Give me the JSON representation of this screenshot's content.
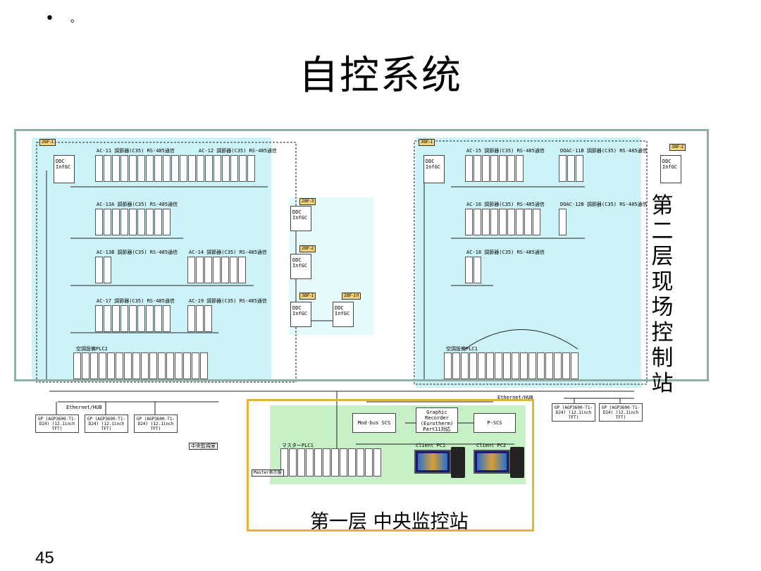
{
  "slide": {
    "header_dots": [
      "•",
      "。"
    ],
    "title": "自控系统",
    "page_number": "45"
  },
  "layers": {
    "layer2_label": "第二层 现场控制站",
    "layer1_label": "第一层 中央监控站"
  },
  "diagram": {
    "left_station": {
      "ddc": "DDC InfGC",
      "groups": [
        {
          "label": "AC-11 調節器(C35) RS-485通信"
        },
        {
          "label": "AC-12 調節器(C35) RS-485通信"
        },
        {
          "label": "AC-13A 調節器(C35) RS-485通信"
        },
        {
          "label": "AC-13B 調節器(C35) RS-485通信"
        },
        {
          "label": "AC-14 調節器(C35) RS-485通信"
        },
        {
          "label": "AC-17 調節器(C35) RS-485通信"
        },
        {
          "label": "AC-19 調節器(C35) RS-485通信"
        }
      ],
      "plc": "空調設備PLC2",
      "ethernet": "Ethernet/HUB"
    },
    "right_station": {
      "ddc": "DDC InfGC",
      "ddc2": "DDC InfGC",
      "groups": [
        {
          "label": "AC-15 調節器(C35) RS-485通信"
        },
        {
          "label": "DOAC-11B 調節器(C35) RS-485通信"
        },
        {
          "label": "AC-16 調節器(C35) RS-485通信"
        },
        {
          "label": "DOAC-12B 調節器(C35) RS-485通信"
        },
        {
          "label": "AC-18 調節器(C35) RS-485通信"
        }
      ],
      "plc": "空調設備PLC1",
      "ethernet": "Ethernet/HUB"
    },
    "middle_ddc": [
      "DDC InfGC",
      "DDC InfGC",
      "DDC InfGC",
      "DDC InfGC"
    ],
    "gp_terminals": [
      "GP (AGP3600-T1-D24) (12.1inch TFT)",
      "GP (AGP3600-T1-D24) (12.1inch TFT)",
      "GP (AGP3600-T1-D24) (12.1inch TFT)",
      "GP (AGP3600-T1-D24) (12.1inch TFT)",
      "GP (AGP3600-T1-D24) (12.1inch TFT)"
    ],
    "central": {
      "modbus": "Mod-bus SCS",
      "recorder": "Graphic Recorder (Eurotherm) Part11対応",
      "pscs": "P-SCS",
      "client1": "Client PC1",
      "client2": "Client PC2",
      "master_plc": "マスターPLC1",
      "master_label": "Master表示盤",
      "central_room": "中央監視室"
    }
  }
}
